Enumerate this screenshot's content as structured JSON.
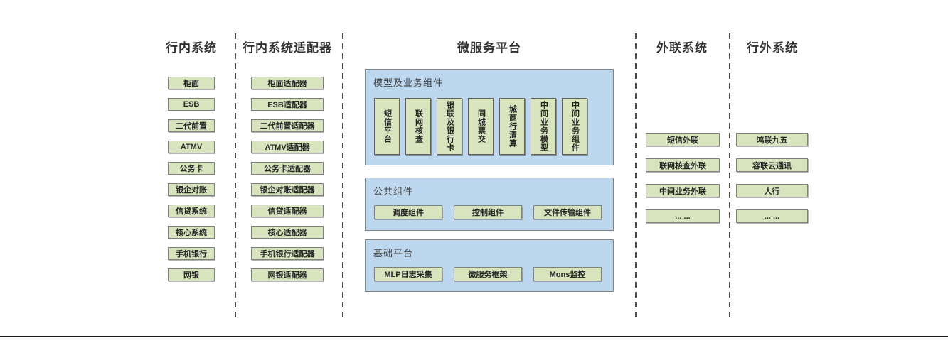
{
  "colors": {
    "box_fill": "#d7e4bd",
    "box_border": "#7f7f7f",
    "panel_fill": "#bdd7ee",
    "panel_border": "#808080"
  },
  "columns": {
    "internal": {
      "title": "行内系统",
      "boxes": [
        "柜面",
        "ESB",
        "二代前置",
        "ATMV",
        "公务卡",
        "银企对账",
        "信贷系统",
        "核心系统",
        "手机银行",
        "网银"
      ]
    },
    "adapters": {
      "title": "行内系统适配器",
      "boxes": [
        "柜面适配器",
        "ESB适配器",
        "二代前置适配器",
        "ATMV适配器",
        "公务卡适配器",
        "银企对账适配器",
        "信贷适配器",
        "核心适配器",
        "手机银行适配器",
        "网银适配器"
      ]
    },
    "platform": {
      "title": "微服务平台",
      "model_section": {
        "label": "模型及业务组件",
        "boxes": [
          "短信平台",
          "联网核查",
          "银联及银行卡",
          "同城票交",
          "城商行清算",
          "中间业务模型",
          "中间业务组件"
        ]
      },
      "common_section": {
        "label": "公共组件",
        "boxes": [
          "调度组件",
          "控制组件",
          "文件传输组件"
        ]
      },
      "base_section": {
        "label": "基础平台",
        "boxes": [
          "MLP日志采集",
          "微服务框架",
          "Mons监控"
        ]
      }
    },
    "external_link": {
      "title": "外联系统",
      "boxes": [
        "短信外联",
        "联网核查外联",
        "中间业务外联",
        "... ..."
      ]
    },
    "external": {
      "title": "行外系统",
      "boxes": [
        "鸿联九五",
        "容联云通讯",
        "人行",
        "... ..."
      ]
    }
  }
}
